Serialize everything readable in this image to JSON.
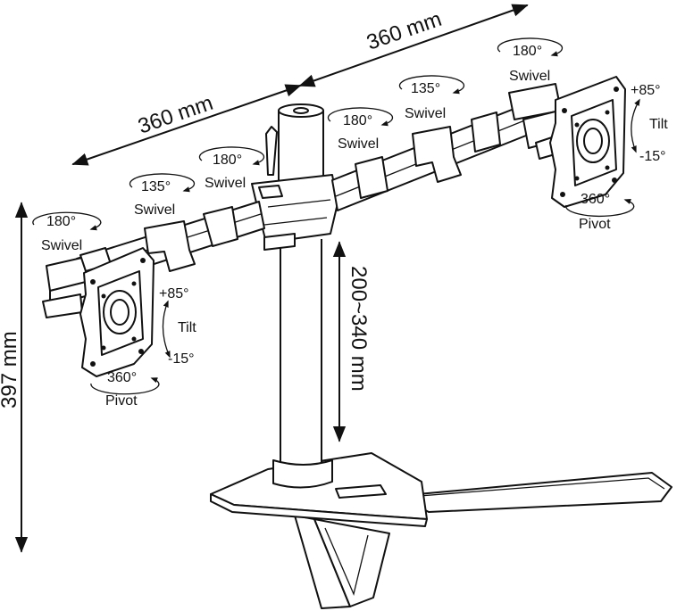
{
  "dimensions": {
    "arm_width_left": "360 mm",
    "arm_width_right": "360 mm",
    "total_height": "397 mm",
    "pole_range": "200~340 mm"
  },
  "swivel_labels": [
    {
      "angle": "180°",
      "label": "Swivel"
    },
    {
      "angle": "135°",
      "label": "Swivel"
    },
    {
      "angle": "180°",
      "label": "Swivel"
    },
    {
      "angle": "180°",
      "label": "Swivel"
    },
    {
      "angle": "135°",
      "label": "Swivel"
    },
    {
      "angle": "180°",
      "label": "Swivel"
    }
  ],
  "left_head": {
    "tilt_up": "+85°",
    "tilt_label": "Tilt",
    "tilt_down": "-15°",
    "pivot_angle": "360°",
    "pivot_label": "Pivot"
  },
  "right_head": {
    "tilt_up": "+85°",
    "tilt_label": "Tilt",
    "tilt_down": "-15°",
    "pivot_angle": "360°",
    "pivot_label": "Pivot"
  }
}
